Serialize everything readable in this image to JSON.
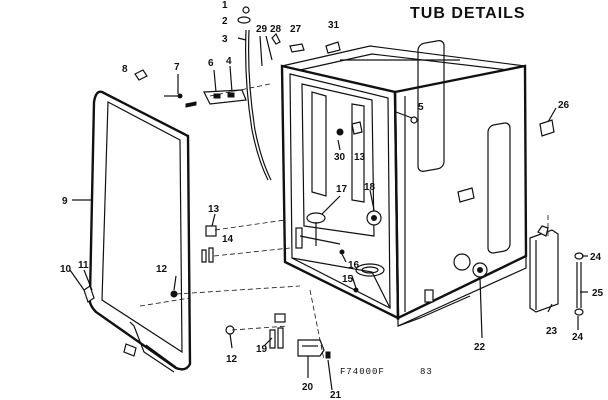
{
  "diagram": {
    "title": "TUB DETAILS",
    "footer_code": "F74000F",
    "footer_ref": "83",
    "callouts": [
      "1",
      "2",
      "3",
      "4",
      "5",
      "6",
      "7",
      "8",
      "9",
      "10",
      "11",
      "12",
      "12",
      "13",
      "13",
      "14",
      "15",
      "16",
      "17",
      "18",
      "19",
      "20",
      "21",
      "22",
      "23",
      "24",
      "24",
      "25",
      "26",
      "27",
      "28",
      "29",
      "30",
      "31"
    ]
  },
  "colors": {
    "ink": "#111111",
    "paper": "#ffffff"
  }
}
